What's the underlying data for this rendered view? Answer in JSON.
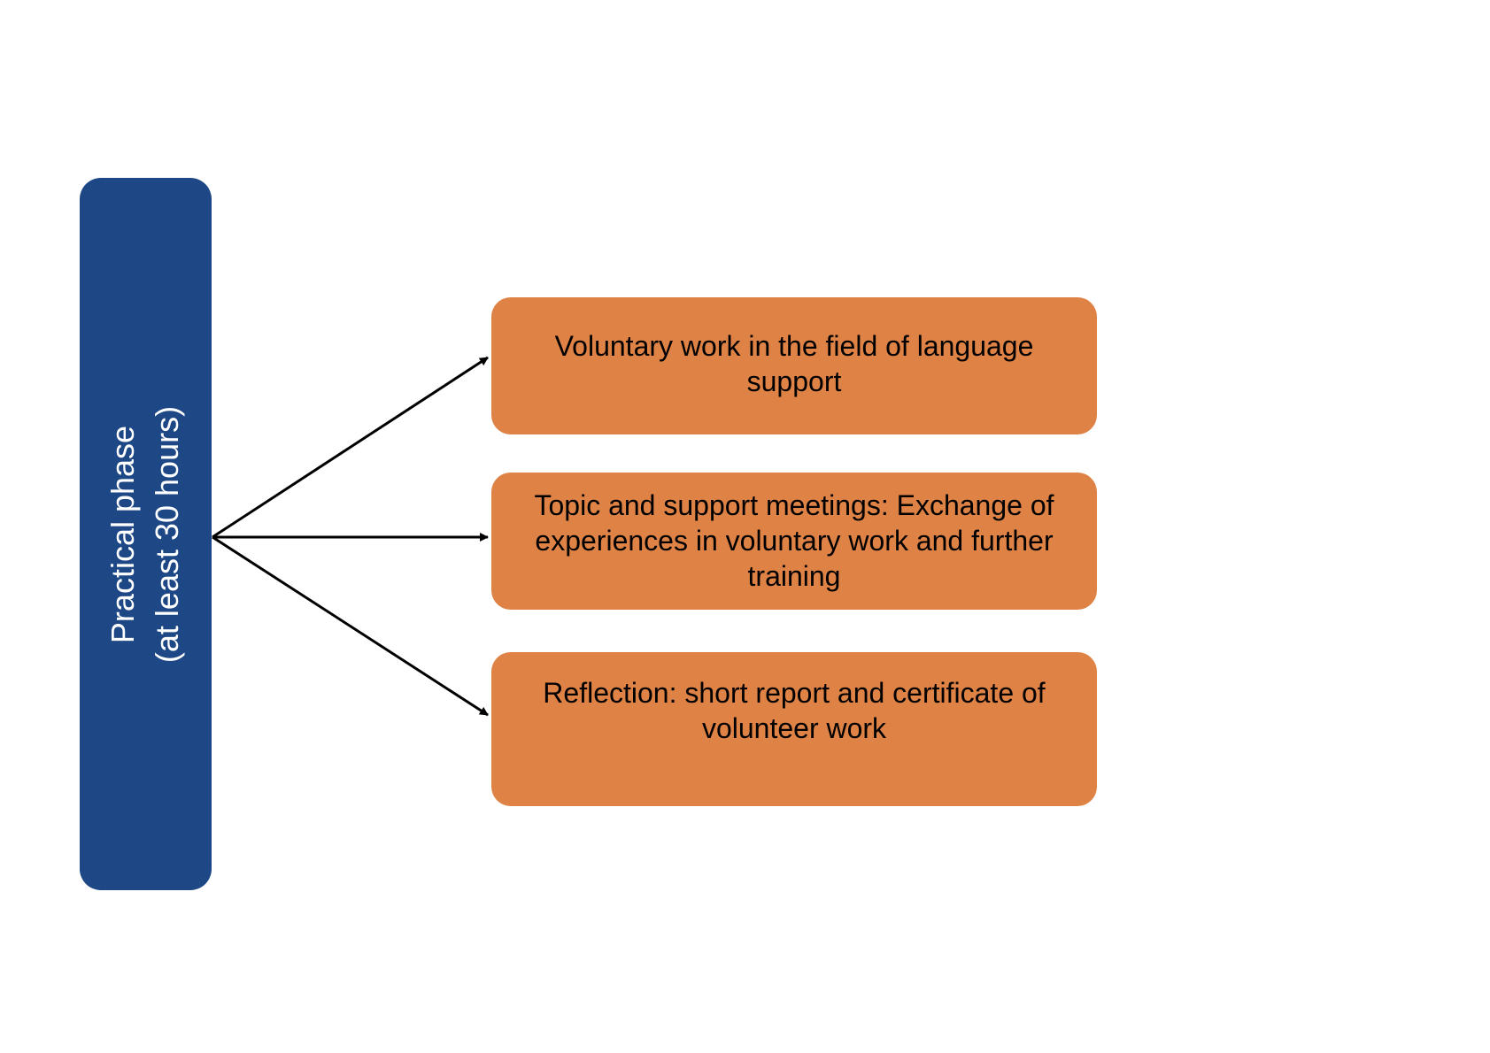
{
  "phase": {
    "line1": "Practical phase",
    "line2": "(at least 30 hours)"
  },
  "activities": [
    {
      "text": "Voluntary work in the field of language support"
    },
    {
      "text": "Topic and support meetings: Exchange of experiences in voluntary work and further training"
    },
    {
      "text": "Reflection: short report and certificate of volunteer work"
    }
  ],
  "colors": {
    "phase_fill": "#1d4785",
    "activity_fill": "#df8245",
    "arrow": "#000000"
  }
}
